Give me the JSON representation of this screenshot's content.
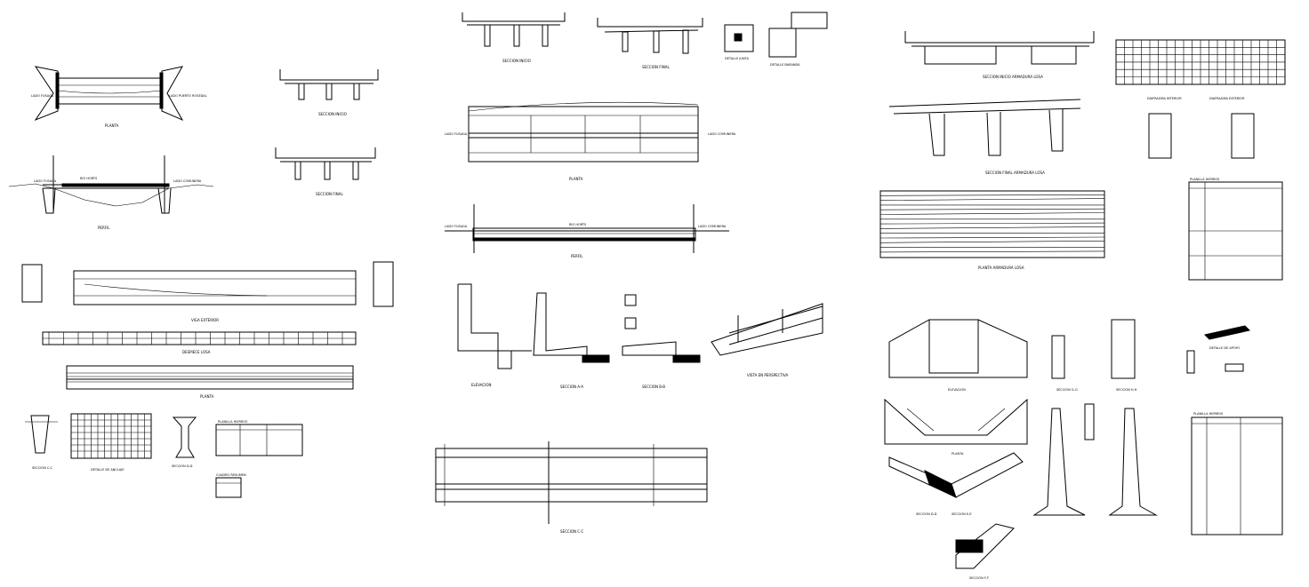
{
  "sheet1": {
    "plan_title": "PLANTA",
    "plan_left_label": "LADO FUSAGA",
    "plan_right_label": "LADO PUERTO ROSEDAL",
    "section_start_title": "SECCION INICIO",
    "section_end_title": "SECCION FINAL",
    "profile_title": "PERFIL",
    "profile_river": "RIO HORTS",
    "profile_left": "LADO FUSAGA",
    "profile_right": "LADO COMUNERA",
    "slab_long_title": "VIGA EXTERIOR",
    "schedule_title": "DESPIECE LOSA",
    "deck_plan_title": "PLANTA",
    "sec_a": "SECCION C-C",
    "sec_b": "DETALLE DE ANCLAJE",
    "sec_c": "SECCION D-D",
    "table_title": "PLANILLA HIERROS",
    "notes_title": "CUADRO RESUMEN"
  },
  "sheet2": {
    "section_start": "SECCION INICIO",
    "section_end": "SECCION FINAL",
    "detail_joint": "DETALLE JUNTA",
    "detail_rail": "DETALLE BARANDA",
    "plan_title": "PLANTA",
    "plan_left": "LADO FUSAGA",
    "plan_right": "LADO COMUNERA",
    "profile_title": "PERFIL",
    "profile_river": "RIO HORTS",
    "profile_left": "LADO FUSAGA",
    "profile_right": "LADO COMUNERA",
    "elevation_title": "ELEVACION",
    "section_aa": "SECCION A-A",
    "section_bb": "SECCION B-B",
    "perspective_title": "VISTA EN PERSPECTIVA",
    "section_cc": "SECCION C-C"
  },
  "sheet3": {
    "section_start": "SECCION INICIO ARMADURA LOSA",
    "section_end": "SECCION FINAL ARMADURA LOSA",
    "diaphragm_int": "DIAFRAGMA INTERIOR",
    "diaphragm_ext": "DIAFRAGMA EXTERIOR",
    "deck_plan": "PLANTA ARMADURA LOSA",
    "table_title_1": "PLANILLA HIERROS",
    "abutment_elev": "ELEVACION",
    "abutment_plan": "PLANTA",
    "section_dd": "SECCION D-D",
    "section_ee": "SECCION E-E",
    "section_ff": "SECCION F-F",
    "section_gg": "SECCION G-G",
    "section_hh": "SECCION H-H",
    "detail_support": "DETALLE DE APOYO",
    "table_title_2": "PLANILLA HIERROS"
  }
}
